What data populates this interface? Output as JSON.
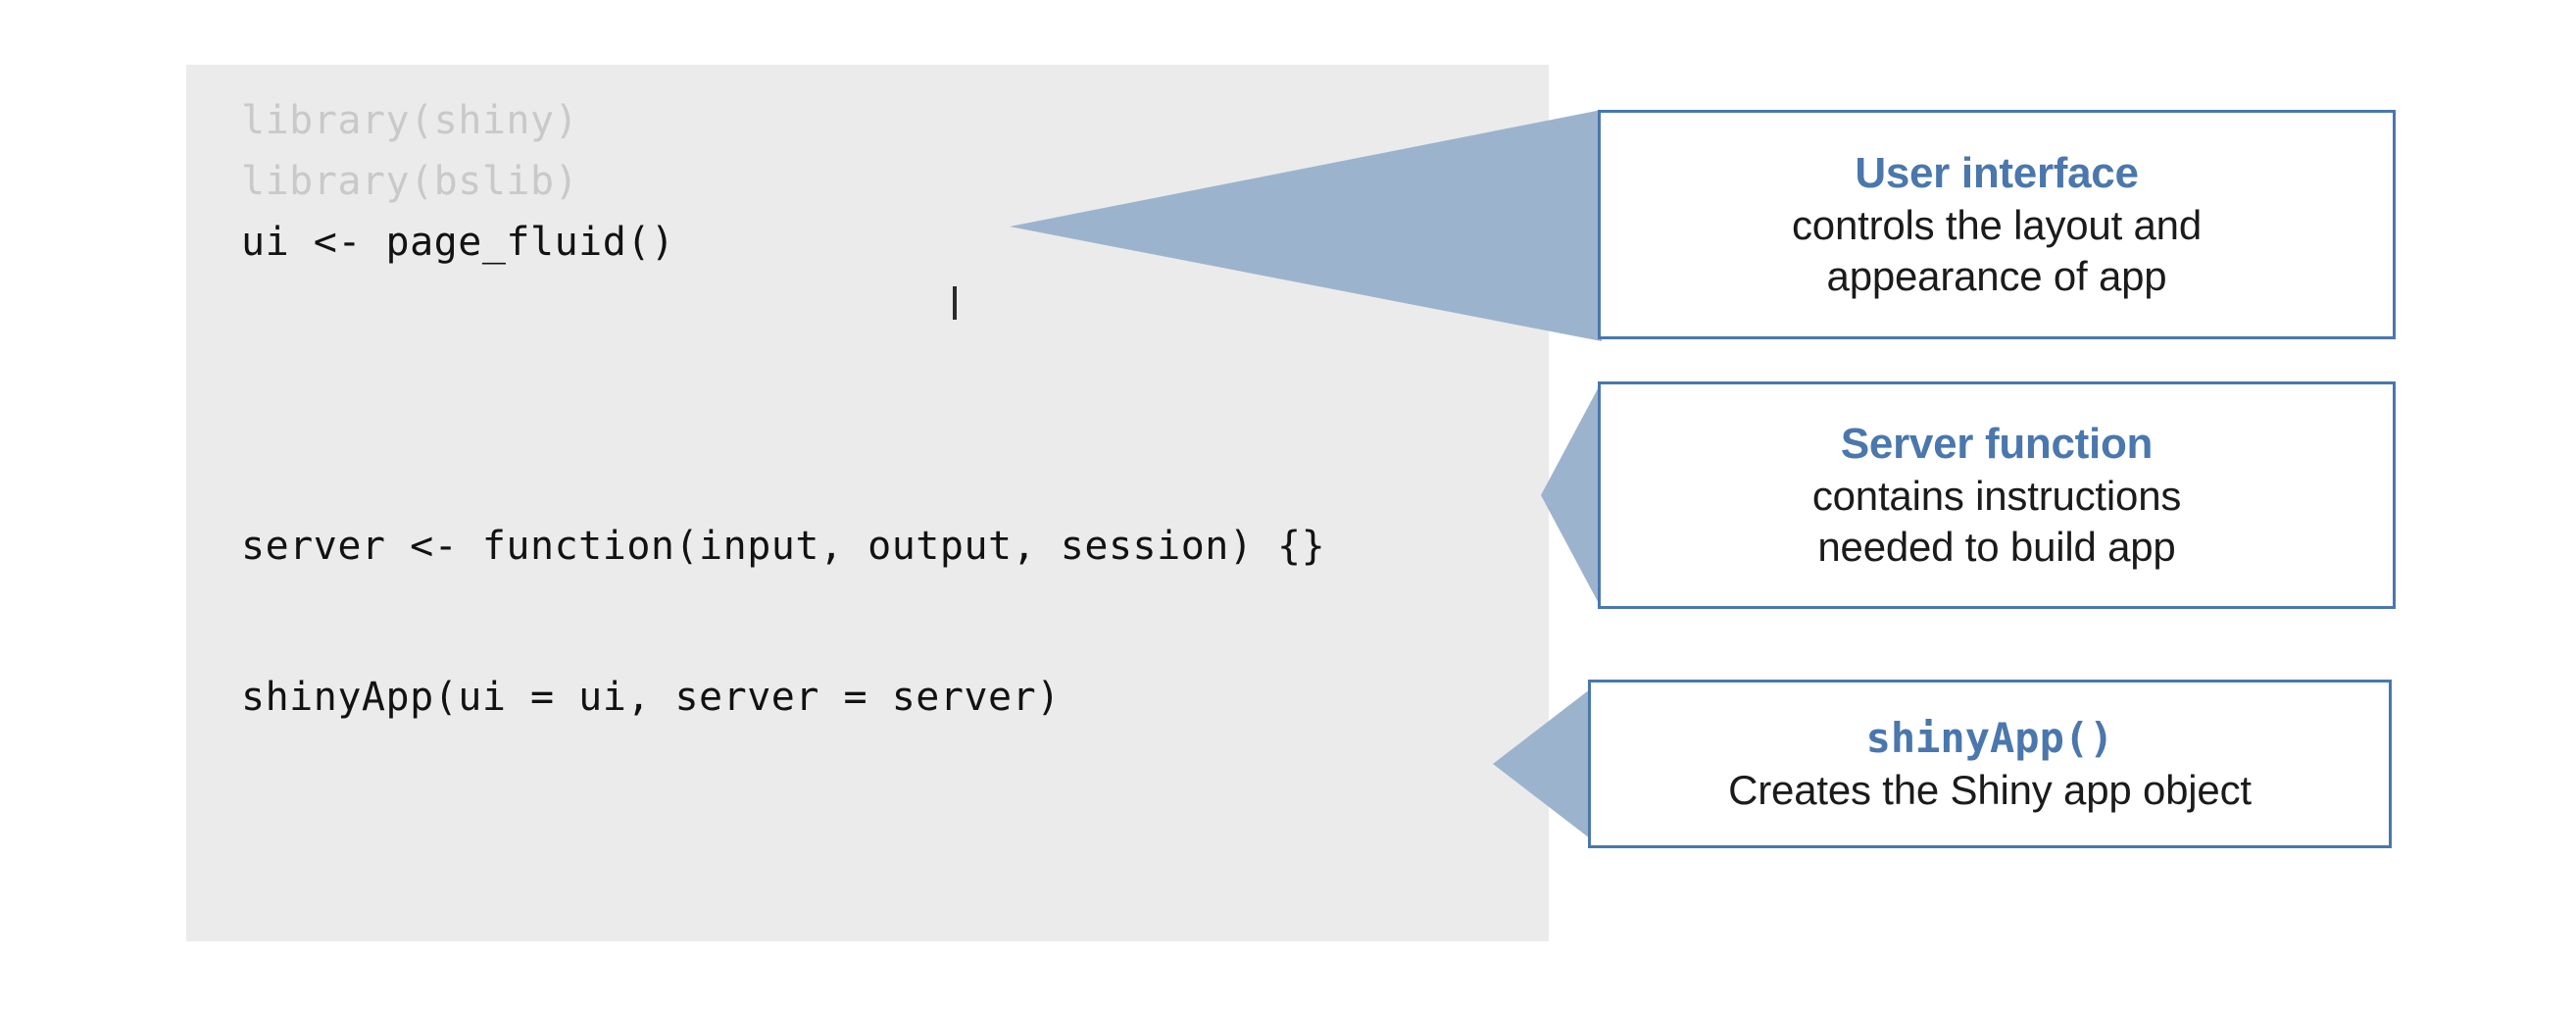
{
  "slide": {
    "background_color": "#ffffff",
    "accent_color": "#4a77ad",
    "arrow_color": "#9cb3ce",
    "panel_color": "#ebebeb",
    "muted_code_color": "#c9c9c9"
  },
  "code_panel": {
    "lines": [
      {
        "text": "library(shiny)",
        "muted": true
      },
      {
        "text": "library(bslib)",
        "muted": true
      },
      {
        "text": "ui <- page_fluid()",
        "muted": false
      },
      {
        "text": "server <- function(input, output, session) {}",
        "muted": false
      },
      {
        "text": "shinyApp(ui = ui, server = server)",
        "muted": false
      }
    ]
  },
  "callouts": [
    {
      "id": "user-interface",
      "title": "User interface",
      "body_lines": [
        "controls the layout and",
        "appearance of app"
      ],
      "title_mono": false
    },
    {
      "id": "server-function",
      "title": "Server function",
      "body_lines": [
        "contains instructions",
        "needed to build app"
      ],
      "title_mono": false
    },
    {
      "id": "shinyapp",
      "title": "shinyApp()",
      "body_lines": [
        "Creates the Shiny app object"
      ],
      "title_mono": true
    }
  ]
}
